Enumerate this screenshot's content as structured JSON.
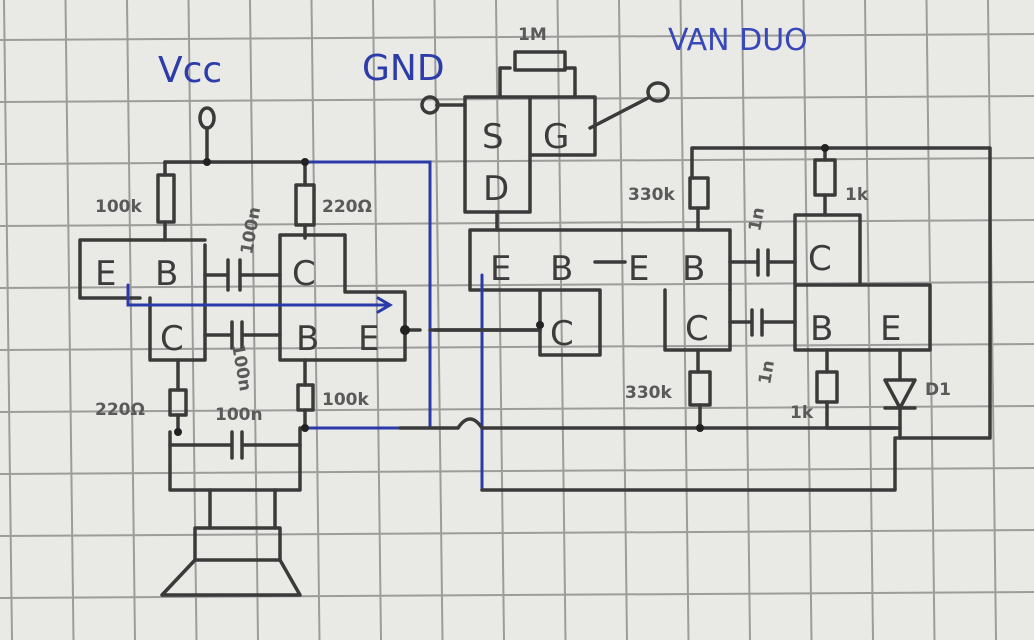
{
  "labels": {
    "vcc": "Vcc",
    "gnd": "GND",
    "input": "VAN DUO",
    "r_gate": "1M",
    "jfet": {
      "s": "S",
      "g": "G",
      "d": "D"
    },
    "q1": {
      "e": "E",
      "b": "B",
      "c": "C"
    },
    "q2": {
      "c": "C",
      "b": "B",
      "e": "E"
    },
    "q3": {
      "e": "E",
      "b": "B",
      "c": "C"
    },
    "q4": {
      "e": "E",
      "b": "B",
      "c": "C"
    },
    "q5": {
      "c": "C",
      "b": "B",
      "e": "E"
    },
    "r1": "100k",
    "r2": "220Ω",
    "r3": "220Ω",
    "r4": "100k",
    "c1": "100n",
    "c2": "100n",
    "c3": "100n",
    "r5": "330k",
    "r6": "1k",
    "r7": "330k",
    "r8": "1k",
    "c4": "1n",
    "c5": "1n",
    "d1": "D1"
  }
}
